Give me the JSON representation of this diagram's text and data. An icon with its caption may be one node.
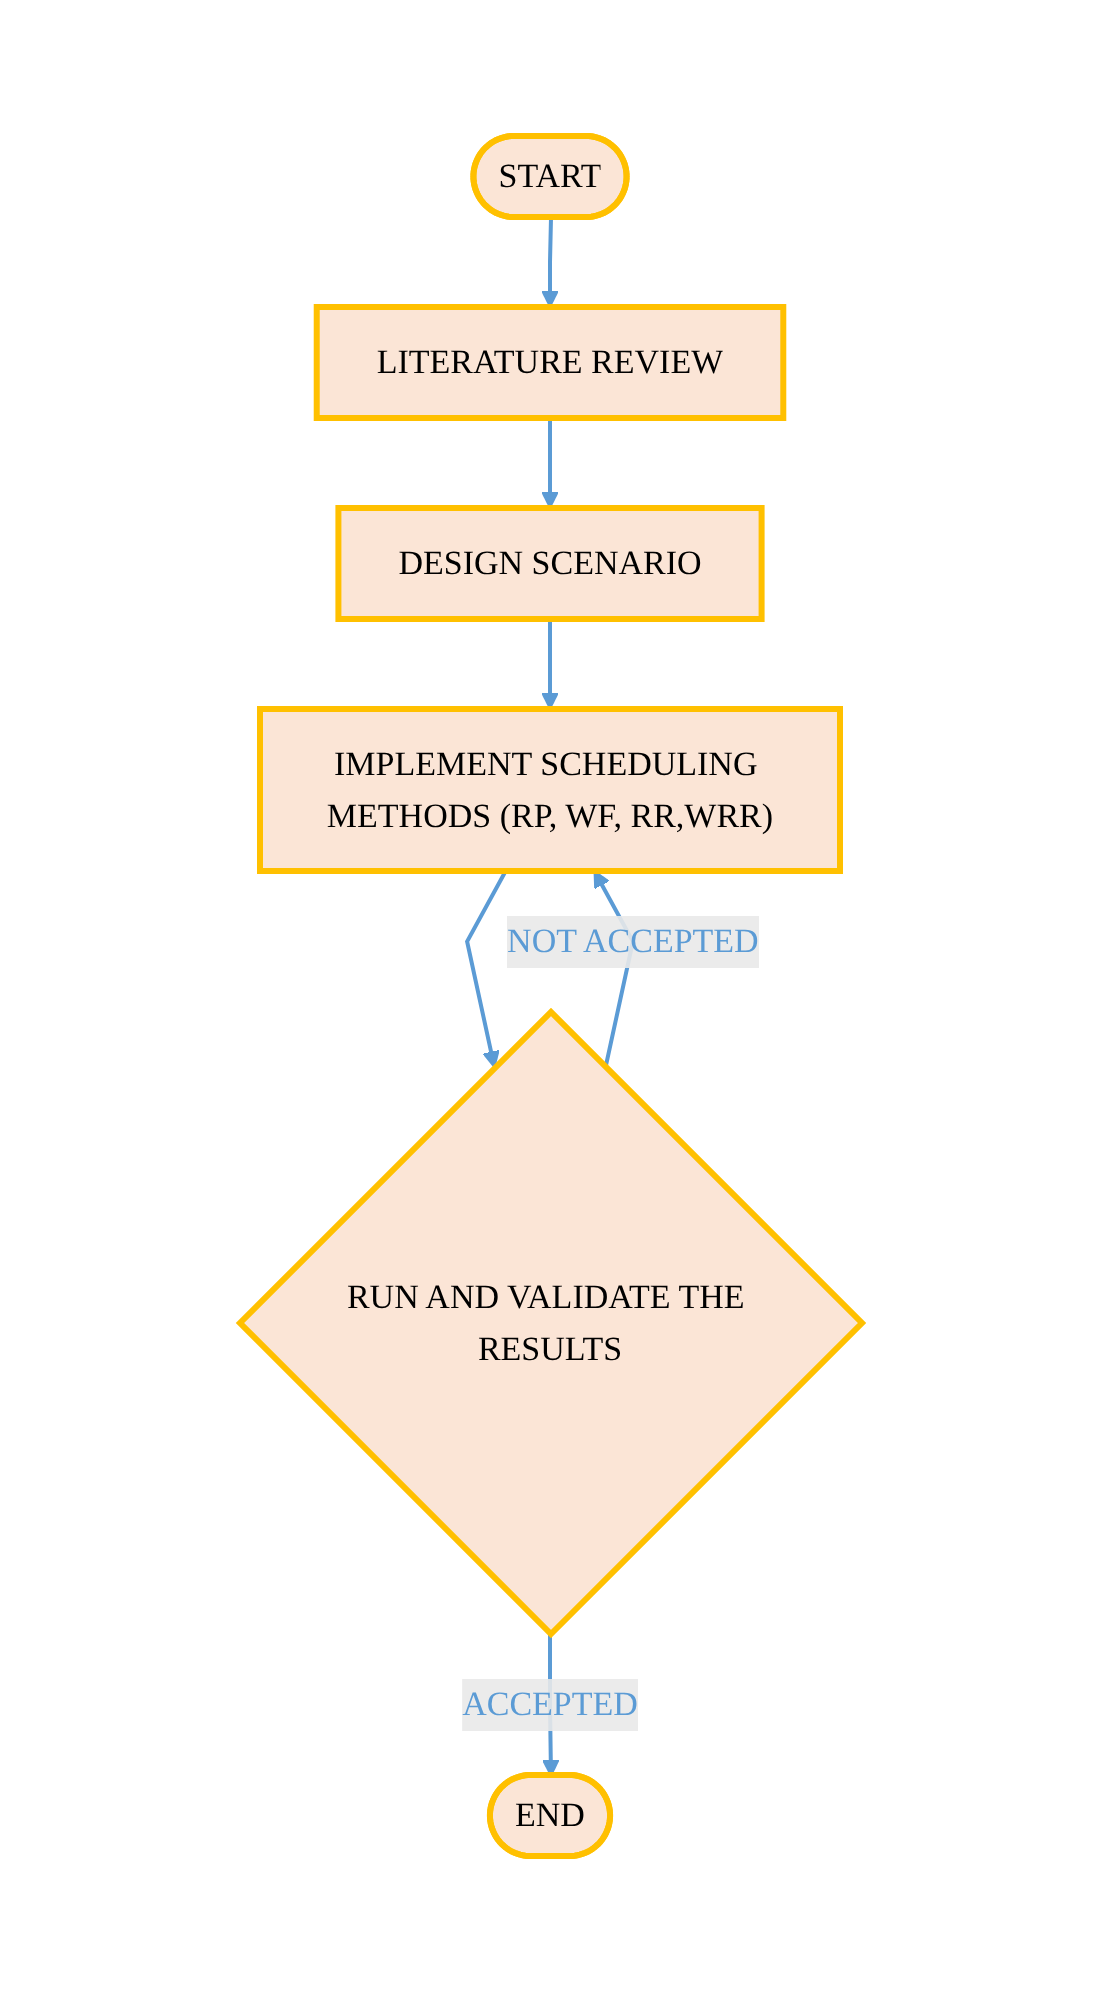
{
  "diagram": {
    "nodes": [
      {
        "text": [
          "START"
        ]
      },
      {
        "text": [
          "LITERATURE REVIEW"
        ]
      },
      {
        "text": [
          "DESIGN SCENARIO"
        ]
      },
      {
        "text": [
          "IMPLEMENT SCHEDULING METHODS (RP, WF, RR,WRR)"
        ]
      },
      {
        "text": [
          "RUN AND VALIDATE THE RESULTS"
        ]
      },
      {
        "text": [
          "END"
        ]
      }
    ],
    "edges": [
      {
        "from": 0,
        "to": 1,
        "arrow": "to"
      },
      {
        "from": 1,
        "to": 2,
        "arrow": "to"
      },
      {
        "from": 2,
        "to": 3,
        "arrow": "to"
      },
      {
        "from": 3,
        "to": 4,
        "arrow": "to"
      },
      {
        "from": 4,
        "to": 3,
        "arrow": "to",
        "label": "NOT ACCEPTED"
      },
      {
        "from": 4,
        "to": 5,
        "arrow": "to",
        "label": "ACCEPTED"
      }
    ]
  }
}
